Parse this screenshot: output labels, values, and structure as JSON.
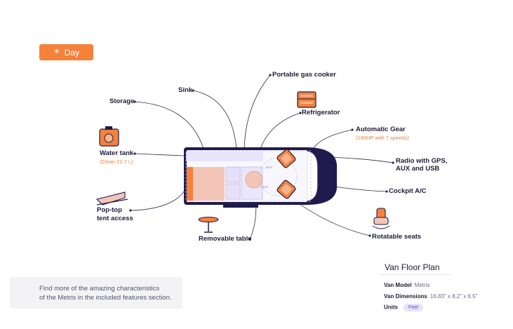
{
  "mode_button": {
    "label": "Day",
    "icon": "sun-icon"
  },
  "labels": {
    "storage": "Storage",
    "sink": "Sink",
    "portable_gas_cooker": "Portable gas cooker",
    "refrigerator": "Refrigerator",
    "automatic_gear": "Automatic Gear",
    "automatic_gear_sub": "(190HP with 7 speeds)",
    "water_tank": "Water tank",
    "water_tank_sub": "(Clean 22.7 L)",
    "radio_line1": "Radio with GPS,",
    "radio_line2": "AUX and USB",
    "cockpit_ac": "Cockpit A/C",
    "pop_top_line1": "Pop-top",
    "pop_top_line2": "tent access",
    "removable_table": "Removable table",
    "rotatable_seats": "Rotatable seats"
  },
  "van_labels": {
    "dim_a": "16.6\"",
    "dim_b": "23.2\""
  },
  "info": {
    "line1": "Find more of the amazing characteristics",
    "line2": "of the Metris in the included features section."
  },
  "floor_plan": {
    "title": "Van Floor Plan",
    "model_label": "Van Model",
    "model_value": "Metris",
    "dimensions_label": "Van Dimensions",
    "dimensions_value": "16.83\" x 8.2\" x 6.5\"",
    "units_label": "Units",
    "units_value": "Feet"
  },
  "colors": {
    "accent": "#f5813a",
    "navy": "#1f1b4d",
    "lavender": "#d6d0f4",
    "bed": "#f3c5b6"
  }
}
